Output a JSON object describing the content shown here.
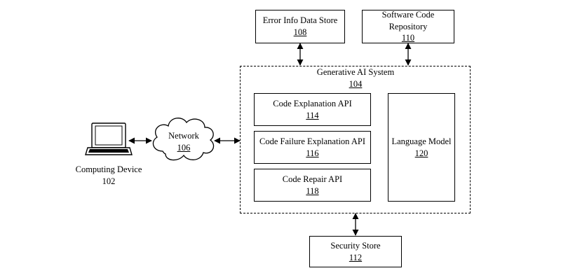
{
  "nodes": {
    "error_store": {
      "name": "Error Info Data Store",
      "ref": "108"
    },
    "code_repo": {
      "name": "Software Code Repository",
      "ref": "110"
    },
    "ai_system": {
      "name": "Generative AI System",
      "ref": "104"
    },
    "explain_api": {
      "name": "Code Explanation API",
      "ref": "114"
    },
    "failure_api": {
      "name": "Code Failure Explanation API",
      "ref": "116"
    },
    "repair_api": {
      "name": "Code Repair API",
      "ref": "118"
    },
    "language_model": {
      "name": "Language Model",
      "ref": "120"
    },
    "security_store": {
      "name": "Security Store",
      "ref": "112"
    },
    "network": {
      "name": "Network",
      "ref": "106"
    },
    "computing_device": {
      "name": "Computing Device",
      "ref": "102"
    }
  },
  "edges": [
    {
      "from": "computing_device",
      "to": "network",
      "bidirectional": true
    },
    {
      "from": "network",
      "to": "ai_system",
      "bidirectional": true
    },
    {
      "from": "error_store",
      "to": "ai_system",
      "bidirectional": true
    },
    {
      "from": "code_repo",
      "to": "ai_system",
      "bidirectional": true
    },
    {
      "from": "ai_system",
      "to": "security_store",
      "bidirectional": true
    }
  ]
}
